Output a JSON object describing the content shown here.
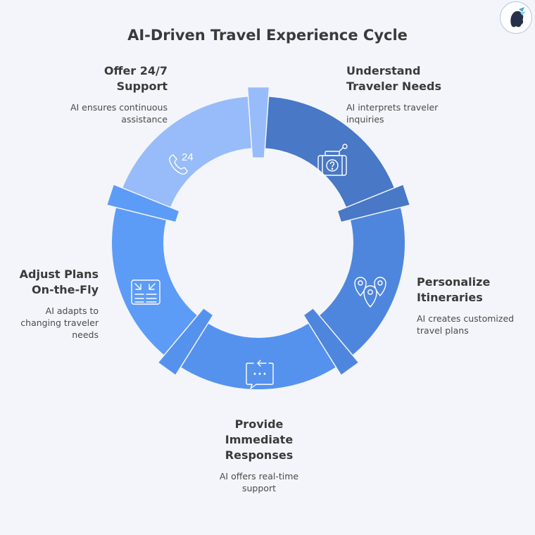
{
  "title": "AI-Driven Travel Experience Cycle",
  "steps": [
    {
      "title": "Understand Traveler Needs",
      "title_lines": [
        "Understand",
        "Traveler Needs"
      ],
      "desc_lines": [
        "AI interprets traveler",
        "inquiries"
      ],
      "icon": "camera-question-icon",
      "color": "#4878c6"
    },
    {
      "title": "Personalize Itineraries",
      "title_lines": [
        "Personalize",
        "Itineraries"
      ],
      "desc_lines": [
        "AI creates customized",
        "travel plans"
      ],
      "icon": "location-pins-icon",
      "color": "#4f86dd"
    },
    {
      "title": "Provide Immediate Responses",
      "title_lines": [
        "Provide",
        "Immediate",
        "Responses"
      ],
      "desc_lines": [
        "AI offers real-time",
        "support"
      ],
      "icon": "chat-bubble-icon",
      "color": "#5592ee"
    },
    {
      "title": "Adjust Plans On-the-Fly",
      "title_lines": [
        "Adjust Plans",
        "On-the-Fly"
      ],
      "desc_lines": [
        "AI adapts to",
        "changing traveler",
        "needs"
      ],
      "icon": "adjust-list-icon",
      "color": "#5c9cf7"
    },
    {
      "title": "Offer 24/7 Support",
      "title_lines": [
        "Offer 24/7",
        "Support"
      ],
      "desc_lines": [
        "AI ensures continuous",
        "assistance"
      ],
      "icon": "phone-24-icon",
      "color": "#97bcf9"
    }
  ]
}
